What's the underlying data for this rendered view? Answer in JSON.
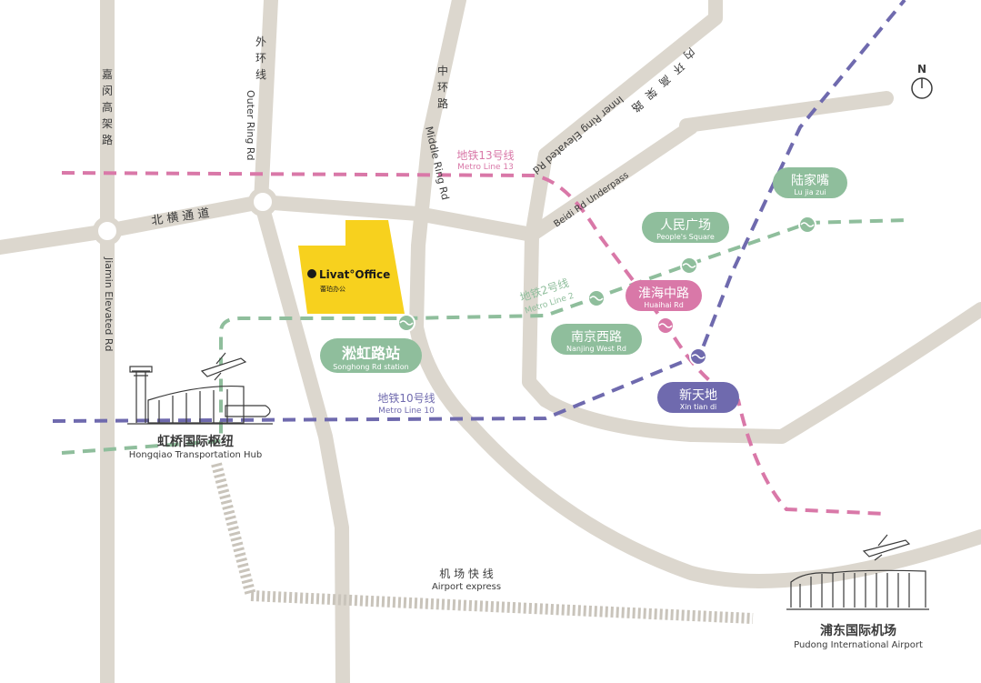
{
  "colors": {
    "road": "#dcd7ce",
    "line2": "#8fbe9c",
    "line10": "#6f6aae",
    "line13": "#d978a8",
    "office": "#f7d11e",
    "text": "#3a3a3a"
  },
  "compass": {
    "label": "N"
  },
  "office": {
    "name": "Livat°Office",
    "name_cn": "蕾珀办公"
  },
  "roads": {
    "jiamin_cn": [
      "嘉",
      "闵",
      "高",
      "架",
      "路"
    ],
    "jiamin_en": "Jiamin Elevated Rd",
    "outer_cn": [
      "外",
      "环",
      "线"
    ],
    "outer_en": "Outer Ring Rd",
    "middle_cn": [
      "中",
      "环",
      "路"
    ],
    "middle_en": "Middle Ring Rd",
    "inner_cn": [
      "内",
      "环",
      "高",
      "架",
      "路"
    ],
    "inner_en": "Inner Ring Elevated Rd",
    "beiheng_cn": "北 横 通 道",
    "beidi_en": "Beidi Rd Underpass"
  },
  "metro": {
    "line13_cn": "地铁13号线",
    "line13_en": "Metro Line 13",
    "line2_cn": "地铁2号线",
    "line2_en": "Metro Line 2",
    "line10_cn": "地铁10号线",
    "line10_en": "Metro Line 10"
  },
  "stations": {
    "songhong": {
      "cn": "淞虹路站",
      "en": "Songhong Rd station"
    },
    "nanjing": {
      "cn": "南京西路",
      "en": "Nanjing West Rd"
    },
    "peoples": {
      "cn": "人民广场",
      "en": "People's Square"
    },
    "huaihai": {
      "cn": "淮海中路",
      "en": "Huaihai Rd"
    },
    "xintiandi": {
      "cn": "新天地",
      "en": "Xin tian di"
    },
    "lujiazui": {
      "cn": "陆家嘴",
      "en": "Lu jia zui"
    }
  },
  "hubs": {
    "hongqiao_cn": "虹桥国际枢纽",
    "hongqiao_en": "Hongqiao Transportation Hub",
    "pudong_cn": "浦东国际机场",
    "pudong_en": "Pudong International Airport"
  },
  "airport_express": {
    "cn": "机 场 快 线",
    "en": "Airport express"
  }
}
